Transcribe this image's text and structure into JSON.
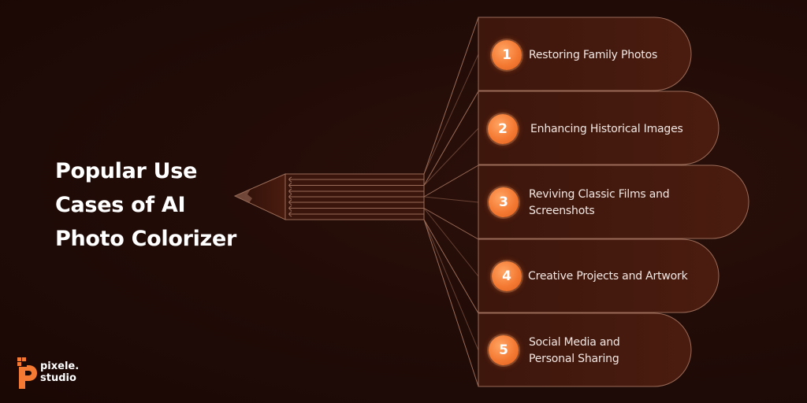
{
  "title_lines": [
    "Popular Use",
    "Cases of AI",
    "Photo Colorizer"
  ],
  "use_cases": [
    {
      "number": "1",
      "lines": [
        "Restoring Family Photos"
      ]
    },
    {
      "number": "2",
      "lines": [
        "Enhancing Historical Images"
      ]
    },
    {
      "number": "3",
      "lines": [
        "Reviving Classic Films and",
        "Screenshots"
      ]
    },
    {
      "number": "4",
      "lines": [
        "Creative Projects and Artwork"
      ]
    },
    {
      "number": "5",
      "lines": [
        "Social Media and",
        "Personal Sharing"
      ]
    }
  ],
  "brand": {
    "name_lines": [
      "pixele.",
      "studio"
    ],
    "logo_icon": "pixel-p-logo-icon"
  },
  "colors": {
    "background": "#1f0a06",
    "card_fill": "#3a150c",
    "card_stroke": "#9a6b58",
    "badge": "#f47a33",
    "text": "#ffffff"
  }
}
